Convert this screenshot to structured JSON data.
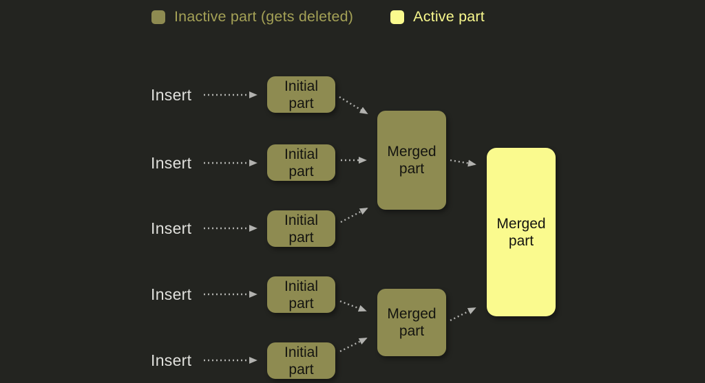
{
  "legend": {
    "inactive": {
      "label": "Inactive part (gets deleted)",
      "swatch_color": "#8e8b51",
      "text_color": "#a4a156"
    },
    "active": {
      "label": "Active part",
      "swatch_color": "#fafa8e",
      "text_color": "#f8f88d"
    }
  },
  "diagram": {
    "rows": [
      {
        "insert_label": "Insert",
        "box_label": "Initial part"
      },
      {
        "insert_label": "Insert",
        "box_label": "Initial part"
      },
      {
        "insert_label": "Insert",
        "box_label": "Initial part"
      },
      {
        "insert_label": "Insert",
        "box_label": "Initial part"
      },
      {
        "insert_label": "Insert",
        "box_label": "Initial part"
      }
    ],
    "merged_boxes": [
      {
        "label": "Merged part",
        "state": "inactive"
      },
      {
        "label": "Merged part",
        "state": "inactive"
      },
      {
        "label": "Merged part",
        "state": "active"
      }
    ]
  },
  "colors": {
    "background": "#232420",
    "inactive_part": "#8e8b51",
    "active_part": "#fafa8e",
    "box_text": "#141410",
    "insert_text": "#e0e0dc",
    "arrow": "#b2b2af"
  }
}
